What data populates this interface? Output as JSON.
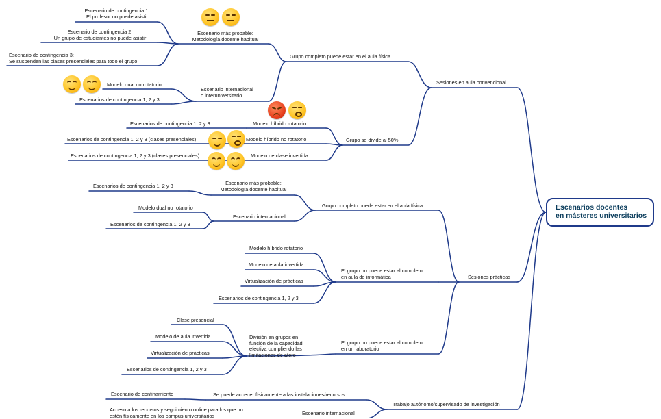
{
  "root": {
    "line1": "Escenarios docentes",
    "line2": "en másteres universitarios"
  },
  "branches": {
    "aula": "Sesiones en  aula convencional",
    "practicas": "Sesiones prácticas",
    "trabajo": "Trabajo autónomo/supervisado de investigación"
  },
  "aula": {
    "completo": "Grupo completo puede estar en el aula física",
    "probable": [
      "Escenario más probable:",
      "Metodología docente habitual"
    ],
    "c1": [
      "Escenario de contingencia 1:",
      "El profesor no puede asistir"
    ],
    "c2": [
      "Escenario de contingencia 2:",
      "Un grupo de estudiantes no puede asistir"
    ],
    "c3": [
      "Escenario de contingencia 3:",
      "Se suspenden las clases presenciales para todo el grupo"
    ],
    "internacional": [
      "Escenario internacional",
      "o interuniversitario"
    ],
    "dual": "Modelo dual no rotatorio",
    "cont123": "Escenarios de contingencia 1, 2 y 3",
    "divide": "Grupo se divide al 50%",
    "hibrido_rot": "Modelo híbrido rotatorio",
    "hibrido_rot_cont": "Escenarios de contingencia 1, 2 y 3",
    "hibrido_norot": "Modelo híbrido no rotatorio",
    "hibrido_norot_cont": "Escenarios de contingencia 1, 2 y 3 (clases presenciales)",
    "invertida": "Modelo de clase invertida",
    "invertida_cont": "Escenarios de contingencia 1, 2 y 3 (clases presenciales)"
  },
  "practicas": {
    "completo": "Grupo completo puede estar en el aula física",
    "probable": [
      "Escenario más probable:",
      "Metodología docente habitual"
    ],
    "probable_cont": "Escenarios de contingencia 1, 2 y 3",
    "internacional": "Escenario internacional",
    "dual": "Modelo dual no rotatorio",
    "int_cont": "Escenarios de contingencia 1, 2 y 3",
    "informatica": [
      "El grupo no puede estar al completo",
      "en aula de informática"
    ],
    "hibrido_rot": "Modelo híbrido rotatorio",
    "invertida": "Modelo de aula invertida",
    "virtualizacion": "Virtualización de prácticas",
    "inf_cont": "Escenarios de contingencia 1, 2 y 3",
    "laboratorio": [
      "El grupo no puede estar al completo",
      "en un laboratorio"
    ],
    "division": [
      "División en grupos en",
      "función de la capacidad",
      "efectiva cumpliendo las",
      "limitaciones de aforo"
    ],
    "presencial": "Clase presencial",
    "lab_invertida": "Modelo de aula invertida",
    "lab_virtualizacion": "Virtualización de prácticas",
    "lab_cont": "Escenarios de contingencia 1, 2 y 3"
  },
  "trabajo": {
    "acceder": "Se puede acceder físicamente a las instalaciones/recursos",
    "confinamiento": "Escenario de confinamiento",
    "internacional": "Escenario internacional",
    "online": [
      "Acceso a los recursos y seguimiento online para los que no",
      "estén físicamente en los campus universitarios"
    ]
  },
  "colors": {
    "line": "#1f3a8a",
    "root_text": "#0b3d5c"
  },
  "emojis": [
    "expressionless-face-icon",
    "smiling-face-icon",
    "angry-face-icon",
    "yawning-face-icon",
    "thinking-face-icon",
    "sleepy-face-icon",
    "blushing-face-icon",
    "hugging-face-icon"
  ]
}
